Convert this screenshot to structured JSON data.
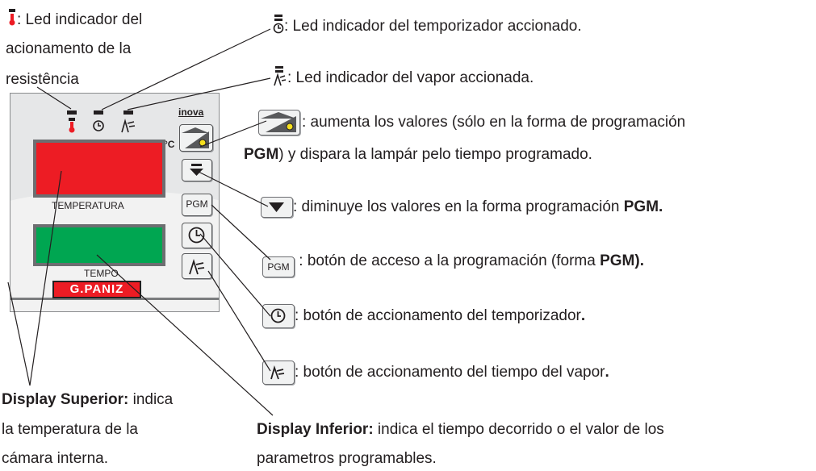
{
  "annotations": {
    "resist_line1": ": Led indicador del",
    "resist_line2": "acionamento de la",
    "resist_line3": "resistência",
    "timer_led": ": Led indicador del temporizador accionado.",
    "vapor_led": ": Led indicador del vapor accionada.",
    "up_line1": ": aumenta los valores (sólo en la forma de programación",
    "up_pgm": "PGM",
    "up_line2": ") y dispara la lampár pelo tiempo programado.",
    "down_text": ": diminuye los valores en la forma programación ",
    "down_bold": "PGM.",
    "pgm_text": " : botón de acceso a la programación (forma ",
    "pgm_bold": "PGM).",
    "timer_btn": ": botón de accionamento del temporizador",
    "timer_btn_dot": ".",
    "vapor_btn": ": botón de accionamento del tiempo del vapor",
    "vapor_btn_dot": ".",
    "sup_bold": "Display Superior:",
    "sup_line1": " indica",
    "sup_line2": "la temperatura de la",
    "sup_line3": "cámara interna.",
    "inf_bold": "Display Inferior:",
    "inf_line1": " indica el tiempo decorrido o el valor de los",
    "inf_line2": "parametros programables."
  },
  "panel": {
    "brand_logo": "inova",
    "unit": "°C",
    "top_display_label": "TEMPERATURA",
    "bottom_display_label": "TEMPO",
    "brand": "G.PANIZ",
    "pgm_key": "PGM"
  },
  "legend_key": {
    "pgm": "PGM"
  },
  "colors": {
    "red_display": "#ed1c24",
    "green_display": "#00a651",
    "panel": "#e6e7e8",
    "led_dot": "#f7e01c"
  },
  "icons": [
    "thermometer-icon",
    "clock-icon",
    "vapor-icon",
    "arrow-up-lamp-icon",
    "arrow-down-icon"
  ]
}
